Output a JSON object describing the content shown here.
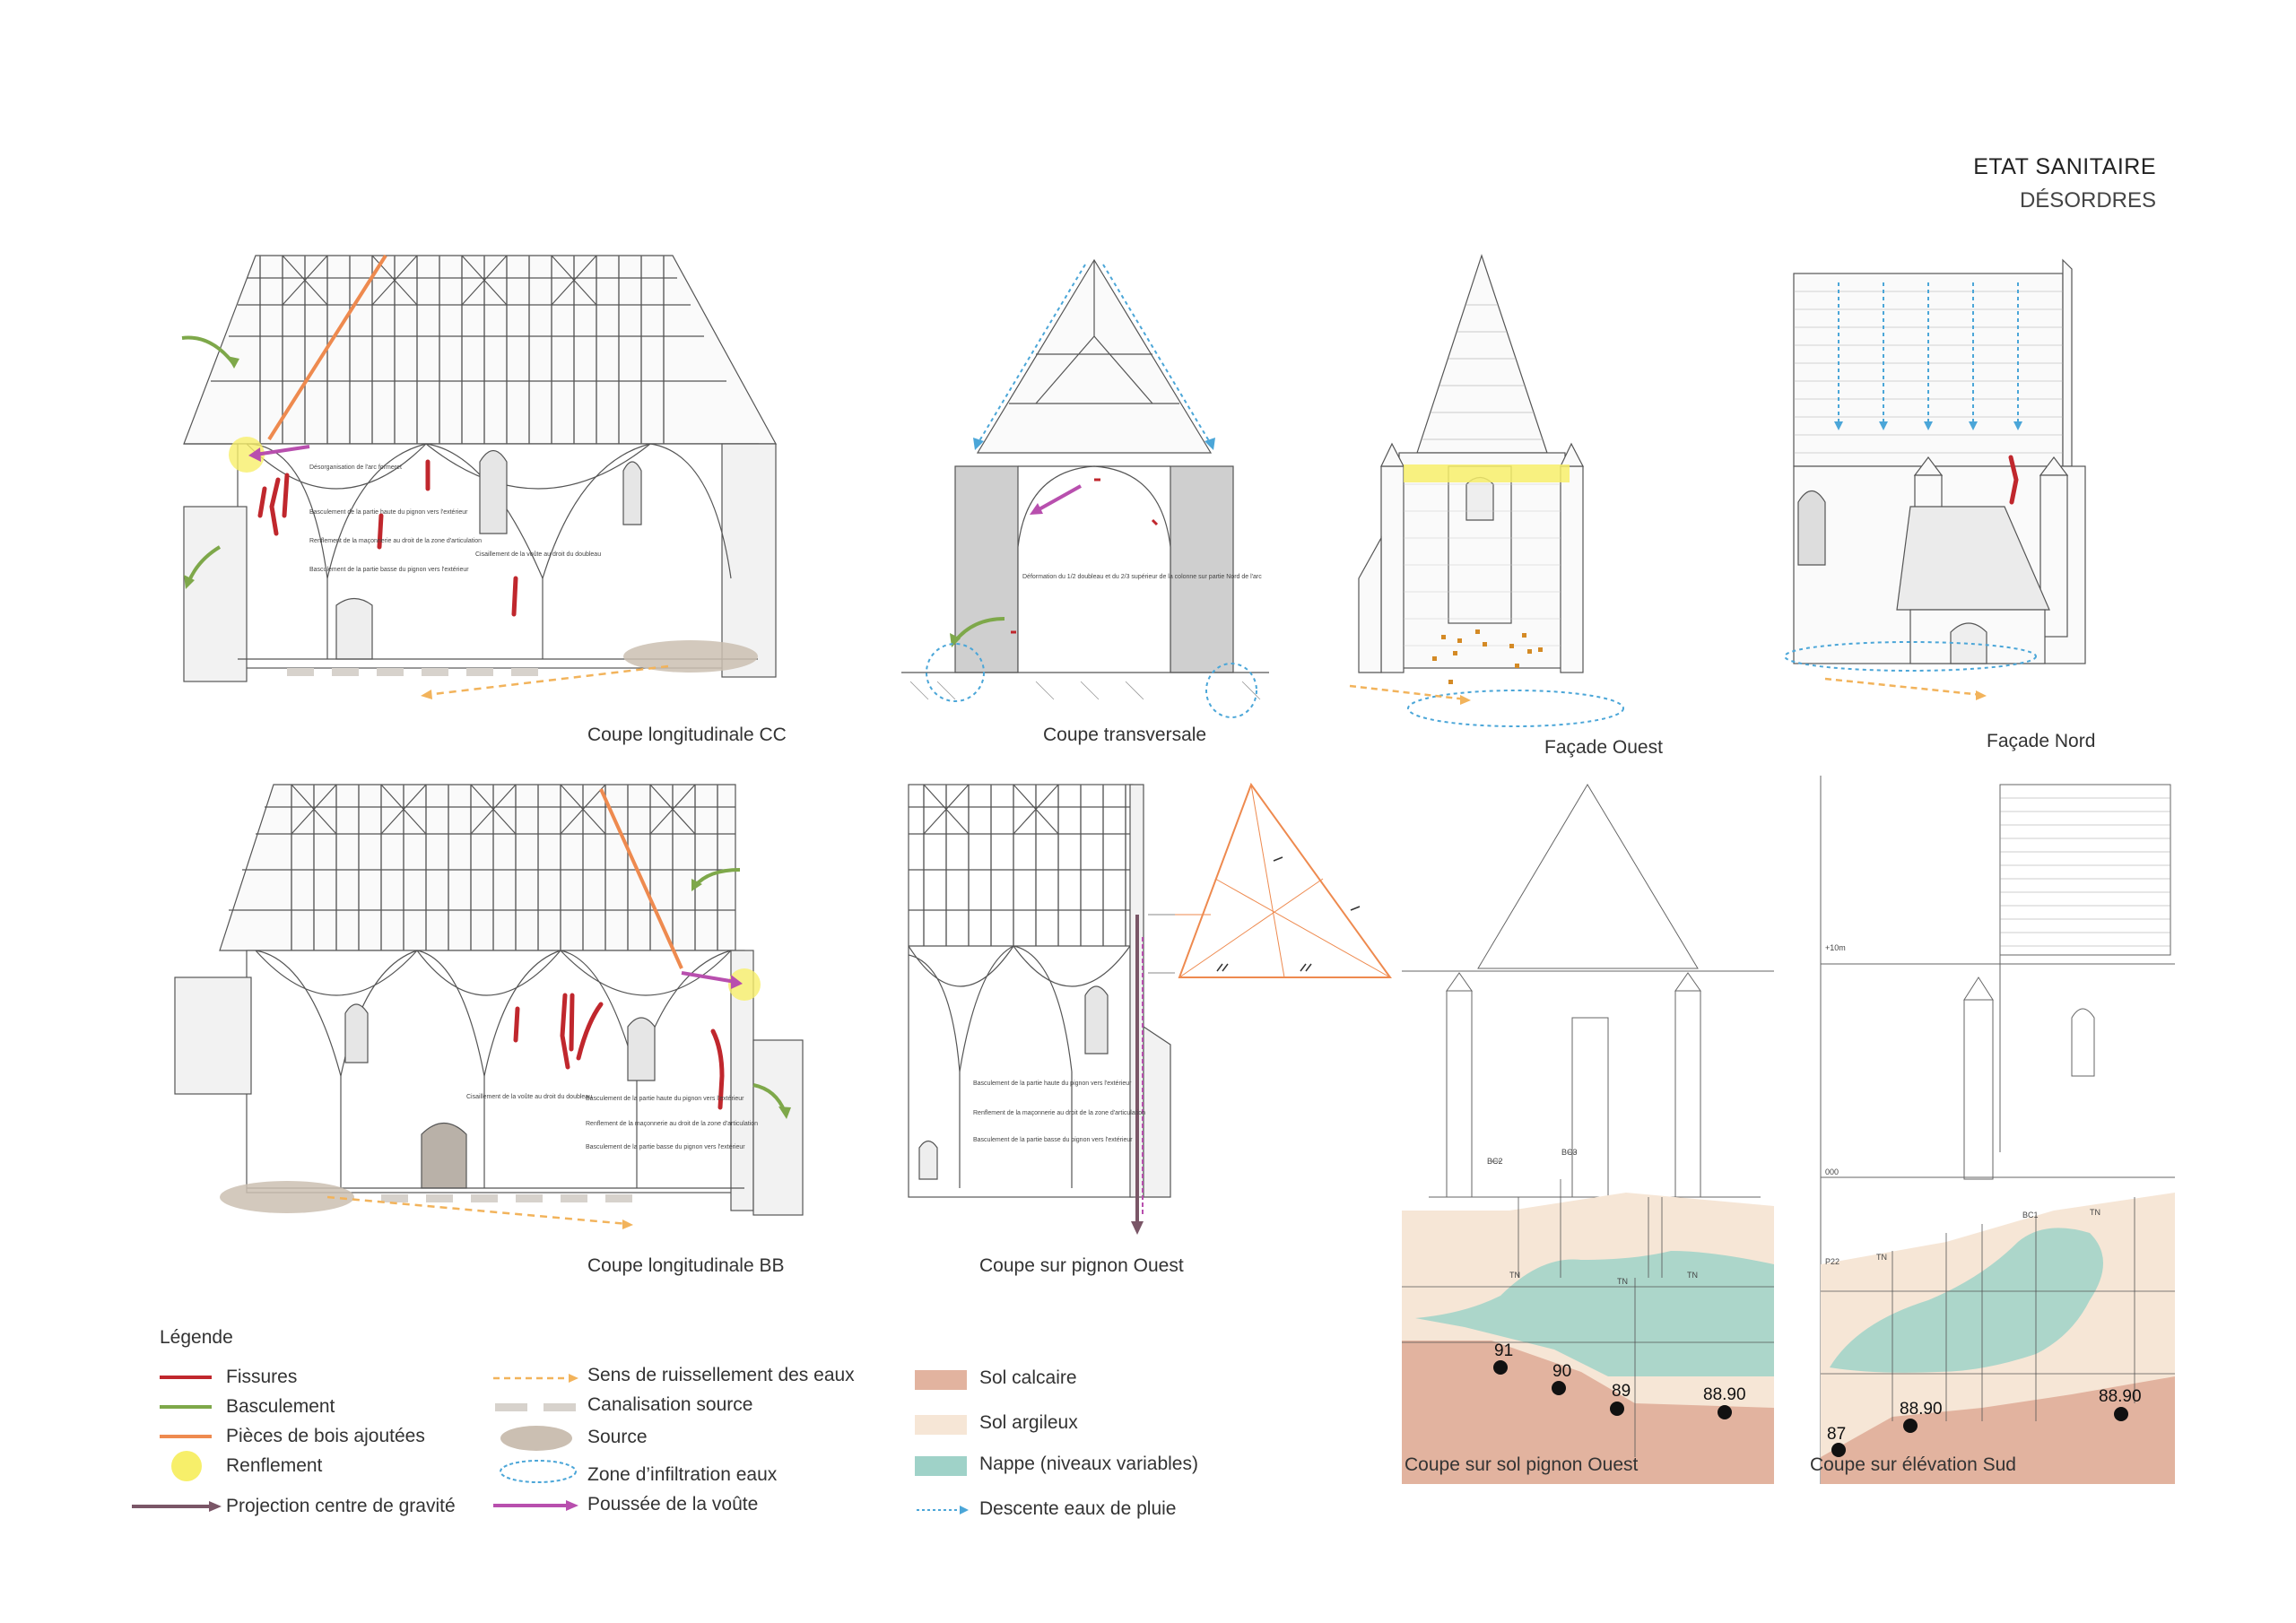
{
  "header": {
    "title": "ETAT SANITAIRE",
    "subtitle": "DÉSORDRES"
  },
  "captions": {
    "cc": "Coupe longitudinale CC",
    "transversale": "Coupe transversale",
    "ouest": "Façade Ouest",
    "nord": "Façade Nord",
    "bb": "Coupe longitudinale BB",
    "pignon": "Coupe sur pignon Ouest",
    "sol_pignon": "Coupe sur sol pignon Ouest",
    "elev_sud": "Coupe sur élévation Sud"
  },
  "legend": {
    "title": "Légende",
    "items": [
      {
        "label": "Fissures",
        "color": "#c0272d"
      },
      {
        "label": "Basculement",
        "color": "#7ea84a"
      },
      {
        "label": "Pièces de bois ajoutées",
        "color": "#ee8a4f"
      },
      {
        "label": "Renflement",
        "color": "#f7ef6a"
      },
      {
        "label": "Projection centre de gravité",
        "color": "#7a5667"
      },
      {
        "label": "Sens de ruissellement des eaux",
        "color": "#f2b35b"
      },
      {
        "label": "Canalisation source",
        "color": "#d7d2cc"
      },
      {
        "label": "Source",
        "color": "#cbbfb2"
      },
      {
        "label": "Zone d’infiltration eaux",
        "color": "#4ba6d8"
      },
      {
        "label": "Poussée de la voûte",
        "color": "#b84fae"
      },
      {
        "label": "Sol calcaire",
        "color": "#e2b39f"
      },
      {
        "label": "Sol argileux",
        "color": "#f6e6d6"
      },
      {
        "label": "Nappe (niveaux variables)",
        "color": "#9fd2c8"
      },
      {
        "label": "Descente eaux de pluie",
        "color": "#4ba6d8"
      }
    ]
  },
  "annotations": {
    "cc": [
      "Désorganisation de l'arc formeret",
      "Basculement de la partie haute du pignon vers l'extérieur",
      "Renflement de la maçonnerie au droit de la zone d'articulation",
      "Basculement de la partie basse du pignon vers l'extérieur",
      "Cisaillement de la voûte au droit du doubleau"
    ],
    "transversale": "Déformation du 1/2 doubleau et du 2/3 supérieur de la colonne sur partie Nord de l'arc",
    "bb": [
      "Cisaillement de la voûte au droit du doubleau",
      "Basculement de la partie haute du pignon vers l'extérieur",
      "Renflement de la maçonnerie au droit de la zone d'articulation",
      "Basculement de la partie basse du pignon vers l'extérieur"
    ],
    "pignon": [
      "Basculement de la partie haute du pignon vers l'extérieur",
      "Renflement de la maçonnerie au droit de la zone d'articulation",
      "Basculement de la partie basse du pignon vers l'extérieur"
    ]
  },
  "soil_points": {
    "pignon": [
      "91",
      "90",
      "89",
      "88.90"
    ],
    "sud": [
      "87",
      "88.90",
      "88.90"
    ]
  },
  "soil_labels": {
    "pignon": [
      "BC2",
      "BC3",
      "TN",
      "TN",
      "TN"
    ],
    "sud": [
      "+10m",
      "000",
      "BC1",
      "TN",
      "TN",
      "P22"
    ]
  }
}
